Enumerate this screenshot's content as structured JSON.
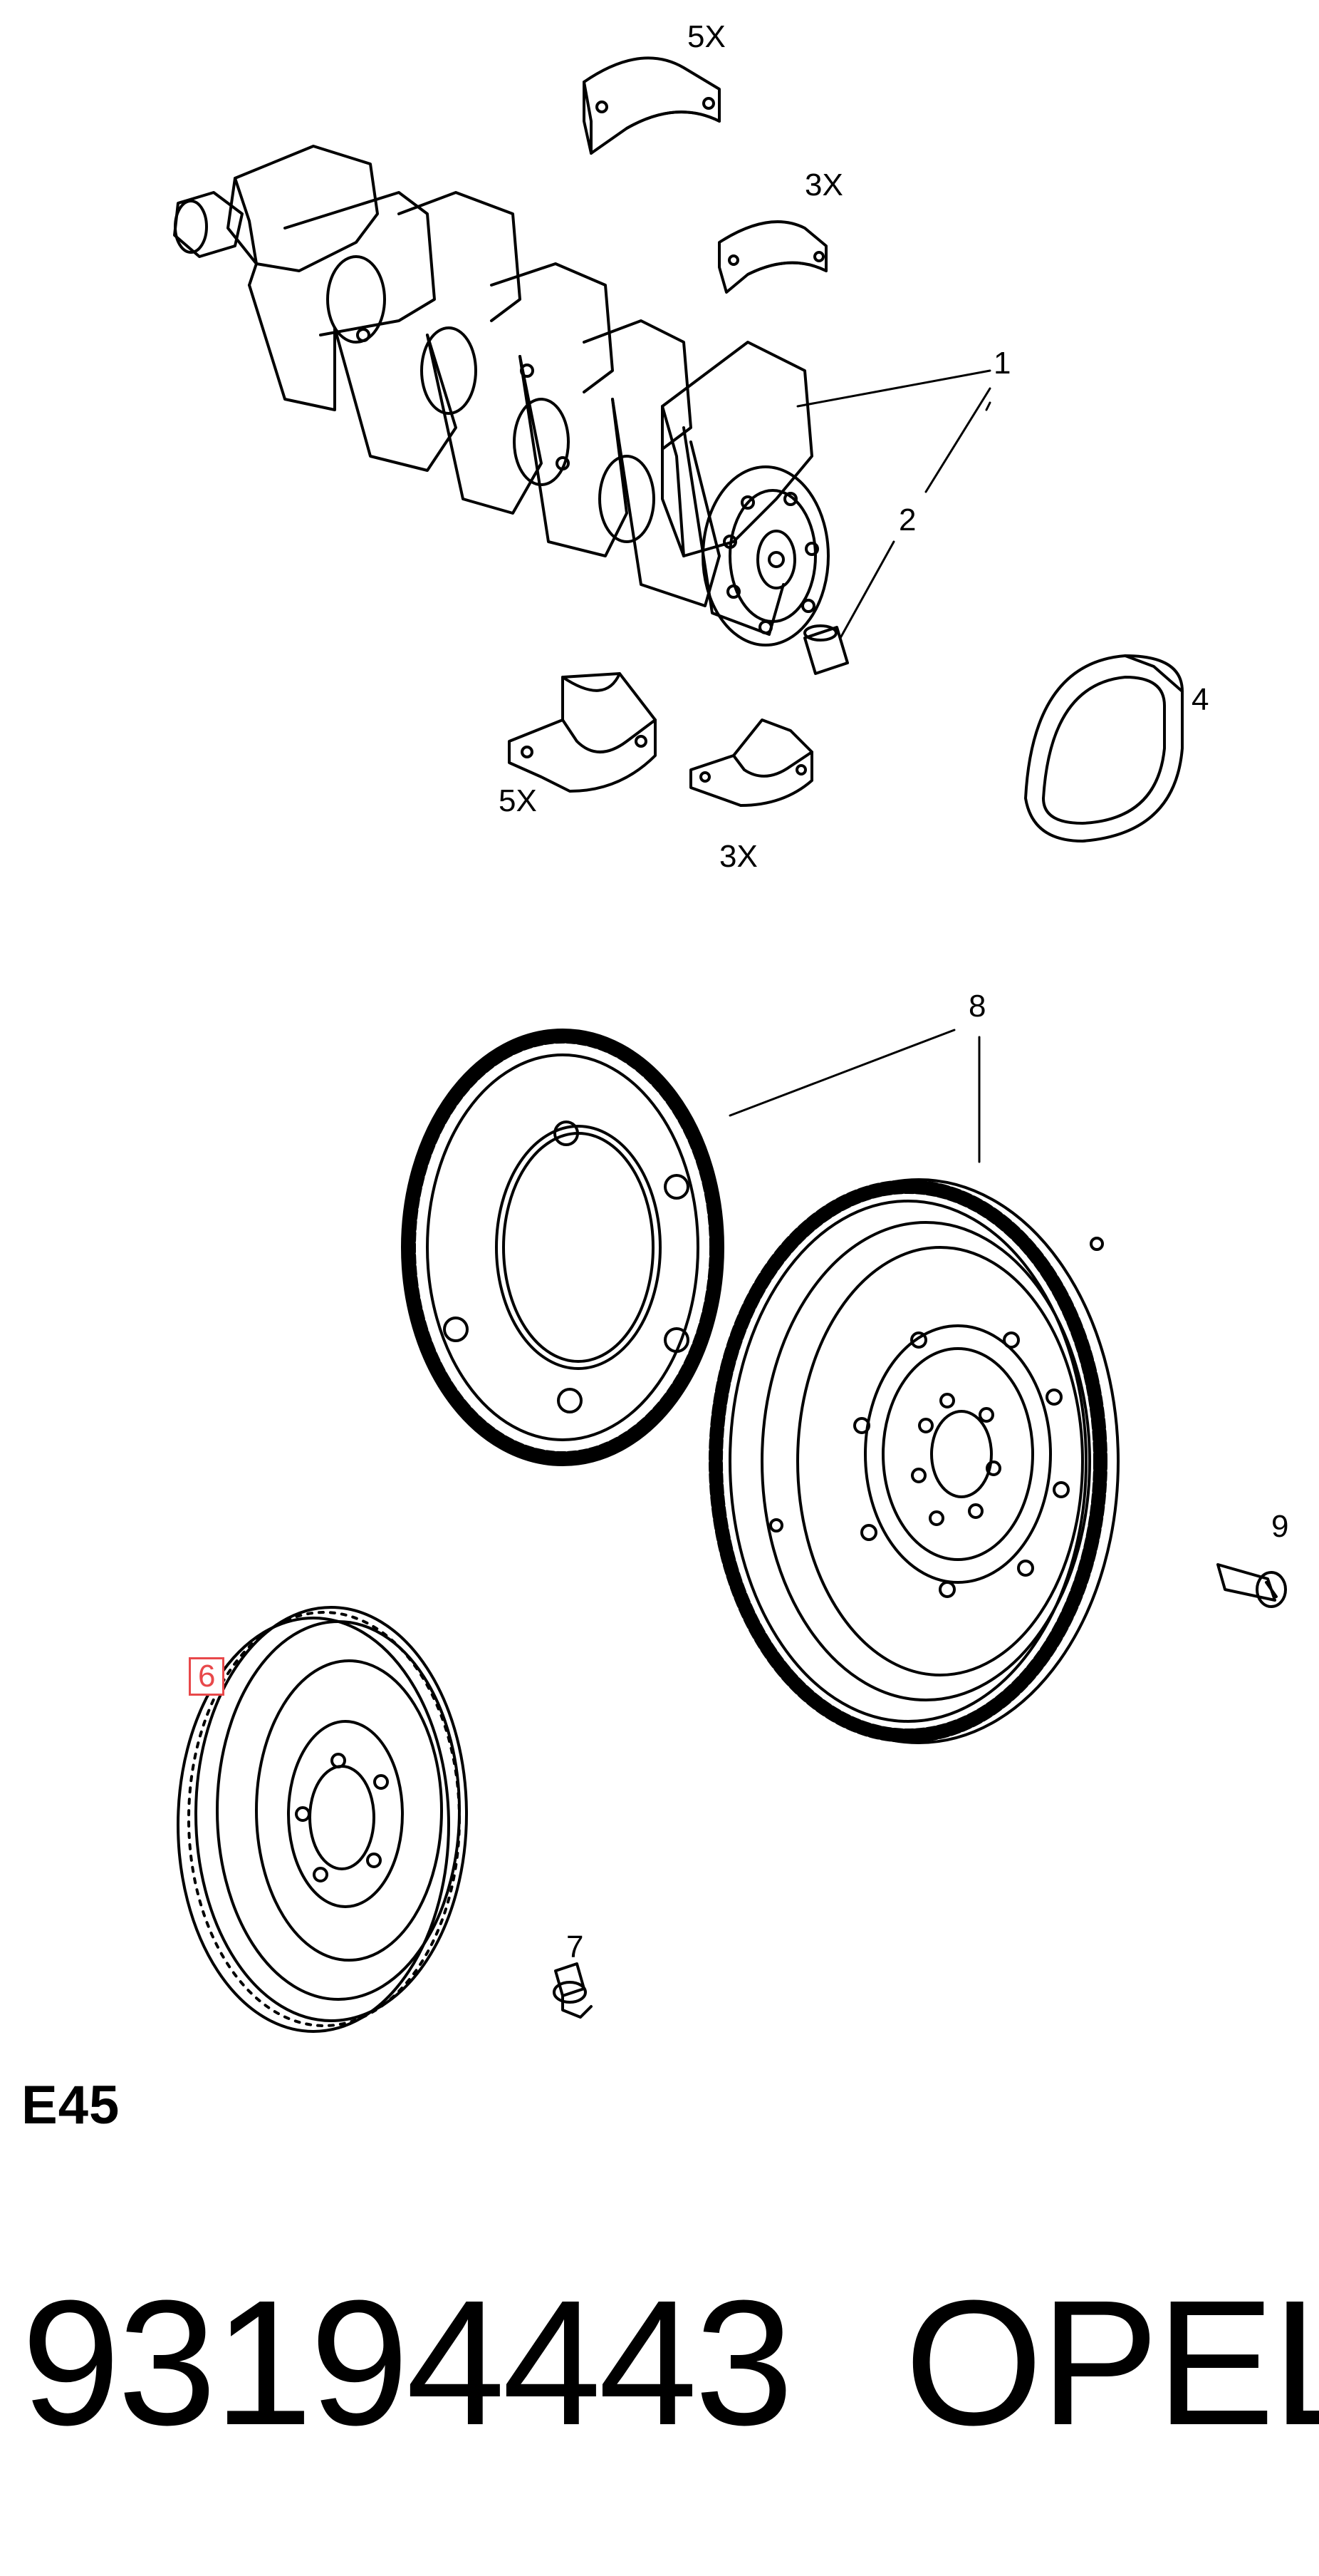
{
  "diagram": {
    "callouts": [
      {
        "id": "bearing-upper-main",
        "text": "5X"
      },
      {
        "id": "bearing-upper-rod",
        "text": "3X"
      },
      {
        "id": "ref-1",
        "text": "1"
      },
      {
        "id": "ref-2",
        "text": "2"
      },
      {
        "id": "ref-4",
        "text": "4"
      },
      {
        "id": "bearing-lower-main",
        "text": "5X"
      },
      {
        "id": "bearing-lower-rod",
        "text": "3X"
      },
      {
        "id": "ref-8",
        "text": "8"
      },
      {
        "id": "ref-9",
        "text": "9"
      },
      {
        "id": "ref-6",
        "text": "6",
        "highlighted": true
      },
      {
        "id": "ref-7",
        "text": "7"
      }
    ],
    "highlight_color": "#e8484a",
    "line_color": "#000000"
  },
  "footer": {
    "section_code": "E45",
    "part_number": "93194443",
    "brand": "OPEL"
  }
}
